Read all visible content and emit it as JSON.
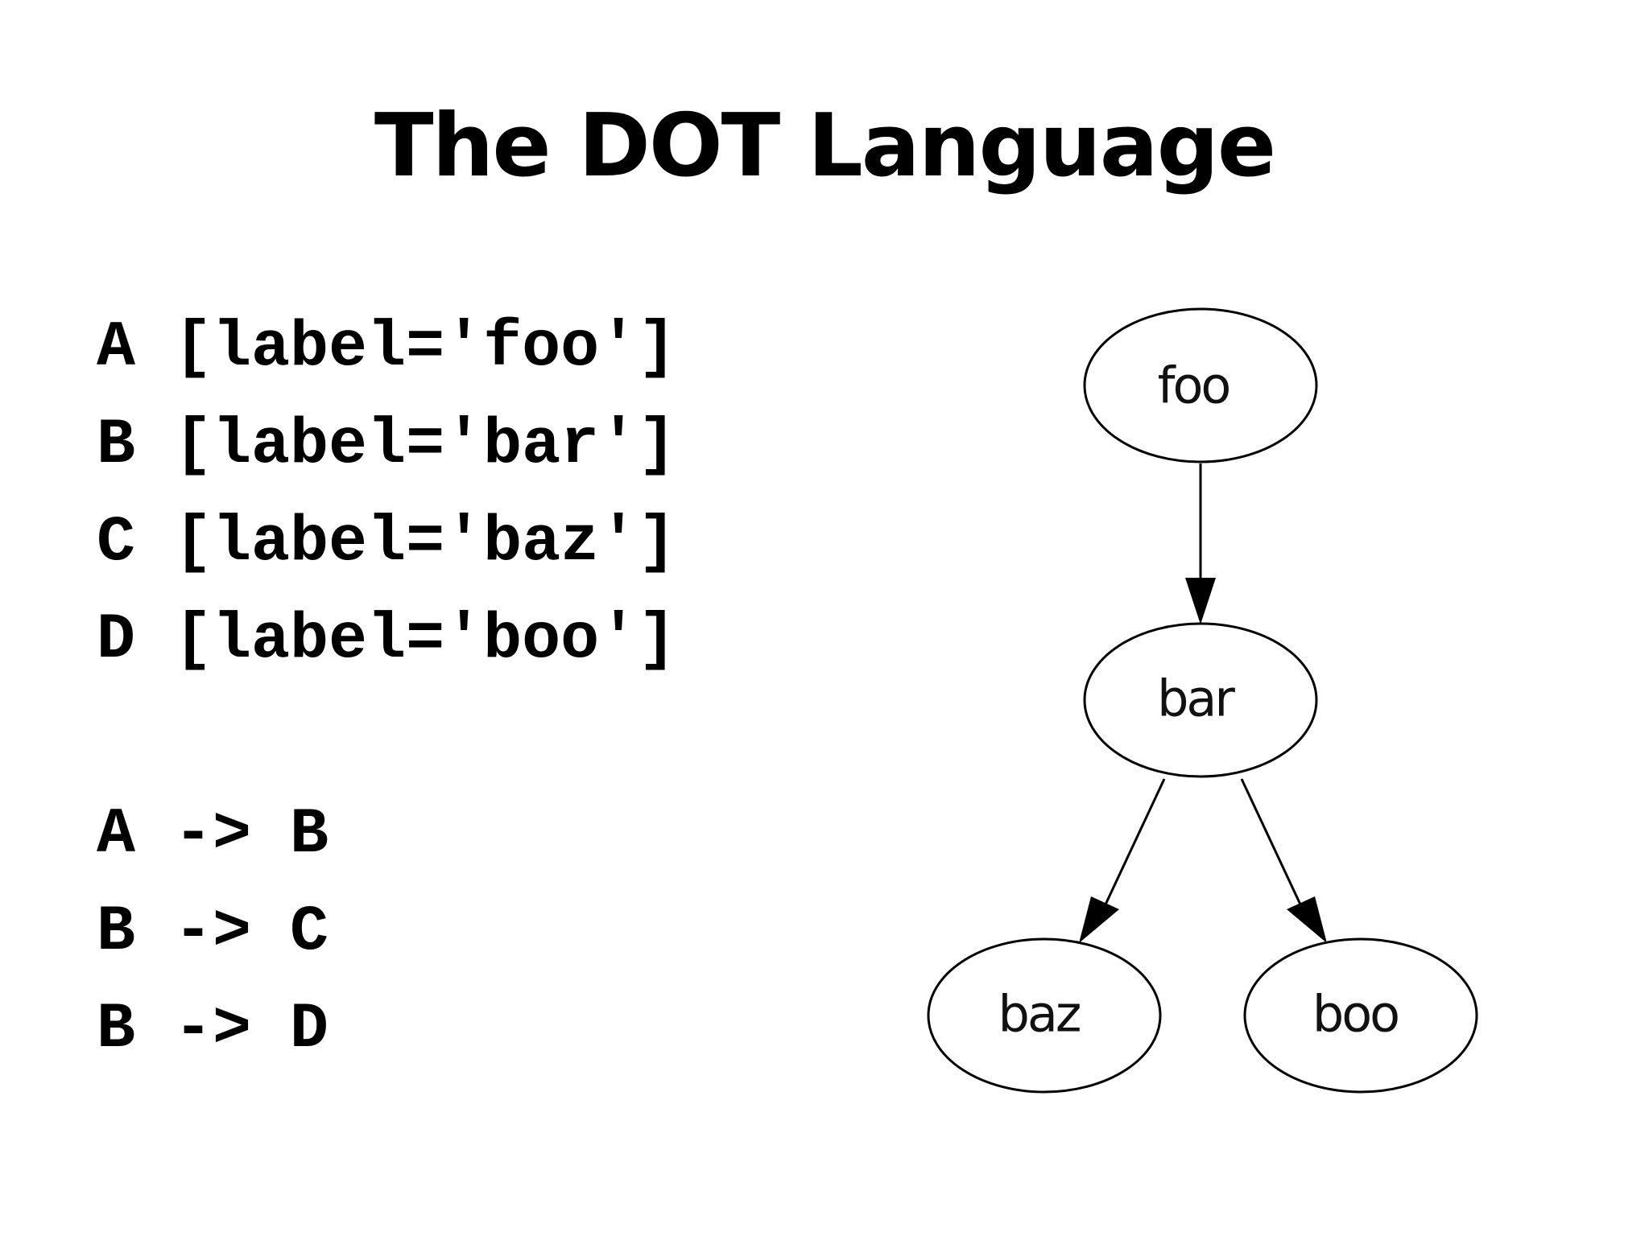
{
  "slide": {
    "title": "The DOT Language"
  },
  "code": {
    "node_lines": [
      "A [label='foo']",
      "B [label='bar']",
      "C [label='baz']",
      "D [label='boo']"
    ],
    "edge_lines": [
      "A -> B",
      "B -> C",
      "B -> D"
    ]
  },
  "graph": {
    "nodes": [
      {
        "id": "A",
        "label": "foo"
      },
      {
        "id": "B",
        "label": "bar"
      },
      {
        "id": "C",
        "label": "baz"
      },
      {
        "id": "D",
        "label": "boo"
      }
    ],
    "edges": [
      {
        "from": "A",
        "to": "B"
      },
      {
        "from": "B",
        "to": "C"
      },
      {
        "from": "B",
        "to": "D"
      }
    ]
  }
}
